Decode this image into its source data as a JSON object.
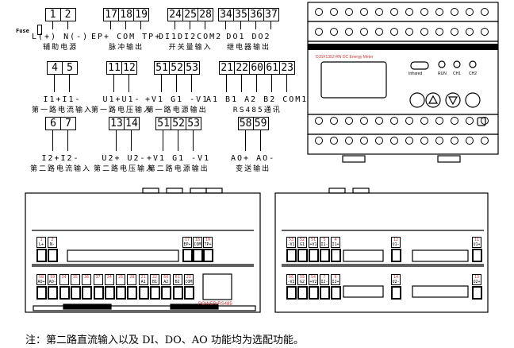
{
  "terminal_groups": [
    {
      "terminals": [
        "1",
        "2"
      ],
      "label": "L(+) N(-)",
      "caption": "辅助电源",
      "extra": "Fuse"
    },
    {
      "terminals": [
        "17",
        "18",
        "19"
      ],
      "label": "EP+ COM TP+",
      "caption": "脉冲输出"
    },
    {
      "terminals": [
        "24",
        "25",
        "28"
      ],
      "label": "DI1DI2COM2",
      "caption": "开关量输入"
    },
    {
      "terminals": [
        "34",
        "35",
        "36",
        "37"
      ],
      "label": "DO1   DO2",
      "caption": "继电器输出"
    },
    {
      "terminals": [
        "4",
        "5"
      ],
      "label": "I1+I1-",
      "caption": "第一路电流输入"
    },
    {
      "terminals": [
        "11",
        "12"
      ],
      "label": "U1+U1-",
      "caption": "第一路电压输入"
    },
    {
      "terminals": [
        "51",
        "52",
        "53"
      ],
      "label": "+V1 G1 -V1",
      "caption": "第一路电源输出"
    },
    {
      "terminals": [
        "21",
        "22",
        "60",
        "61",
        "23"
      ],
      "label": "A1 B1 A2 B2 COM1",
      "caption": "RS485通讯"
    },
    {
      "terminals": [
        "6",
        "7"
      ],
      "label": "I2+I2-",
      "caption": "第二路电流输入"
    },
    {
      "terminals": [
        "13",
        "14"
      ],
      "label": "U2+ U2-",
      "caption": "第二路电压输入"
    },
    {
      "terminals": [
        "51",
        "52",
        "53"
      ],
      "label": "+V1 G1 -V1",
      "caption": "第二路电源输出"
    },
    {
      "terminals": [
        "58",
        "59"
      ],
      "label": "AO+ AO-",
      "caption": "变送输出"
    }
  ],
  "device": {
    "model": "DJSF1352-RN DC Energy Meter",
    "infrared": "Infrared",
    "run": "RUN",
    "ch1": "CH1",
    "ch2": "CH2"
  },
  "bottom_left": {
    "upper": [
      [
        "1",
        "L+"
      ],
      [
        "2",
        "N-"
      ],
      [
        "17",
        "EP+"
      ],
      [
        "18",
        "COM"
      ],
      [
        "19",
        "TP+"
      ]
    ],
    "lower": [
      [
        "58",
        "AO+"
      ],
      [
        "59",
        "AO-"
      ],
      [
        "34",
        ""
      ],
      [
        "35",
        ""
      ],
      [
        "36",
        ""
      ],
      [
        "37",
        ""
      ],
      [
        "24",
        ""
      ],
      [
        "25",
        ""
      ],
      [
        "28",
        ""
      ],
      [
        "21",
        "A1"
      ],
      [
        "22",
        "B1"
      ],
      [
        "60",
        "A2"
      ],
      [
        "61",
        "B2"
      ],
      [
        "23",
        "COM"
      ]
    ],
    "port_label": "POWER/RS485"
  },
  "bottom_right": {
    "upper": [
      [
        "53",
        "-V1"
      ],
      [
        "52",
        "G1"
      ],
      [
        "51",
        "+V1"
      ],
      [
        "5",
        "I1-"
      ],
      [
        "4",
        "I1+"
      ],
      [
        "12",
        "U1-"
      ],
      [
        "11",
        "U1+"
      ]
    ],
    "lower": [
      [
        "56",
        "-V2"
      ],
      [
        "55",
        "G2"
      ],
      [
        "54",
        "+V2"
      ],
      [
        "7",
        "I2-"
      ],
      [
        "6",
        "I2+"
      ],
      [
        "14",
        "U2-"
      ],
      [
        "13",
        "U2+"
      ]
    ]
  },
  "note": "注：第二路直流输入以及 DI、DO、AO 功能均为选配功能。"
}
